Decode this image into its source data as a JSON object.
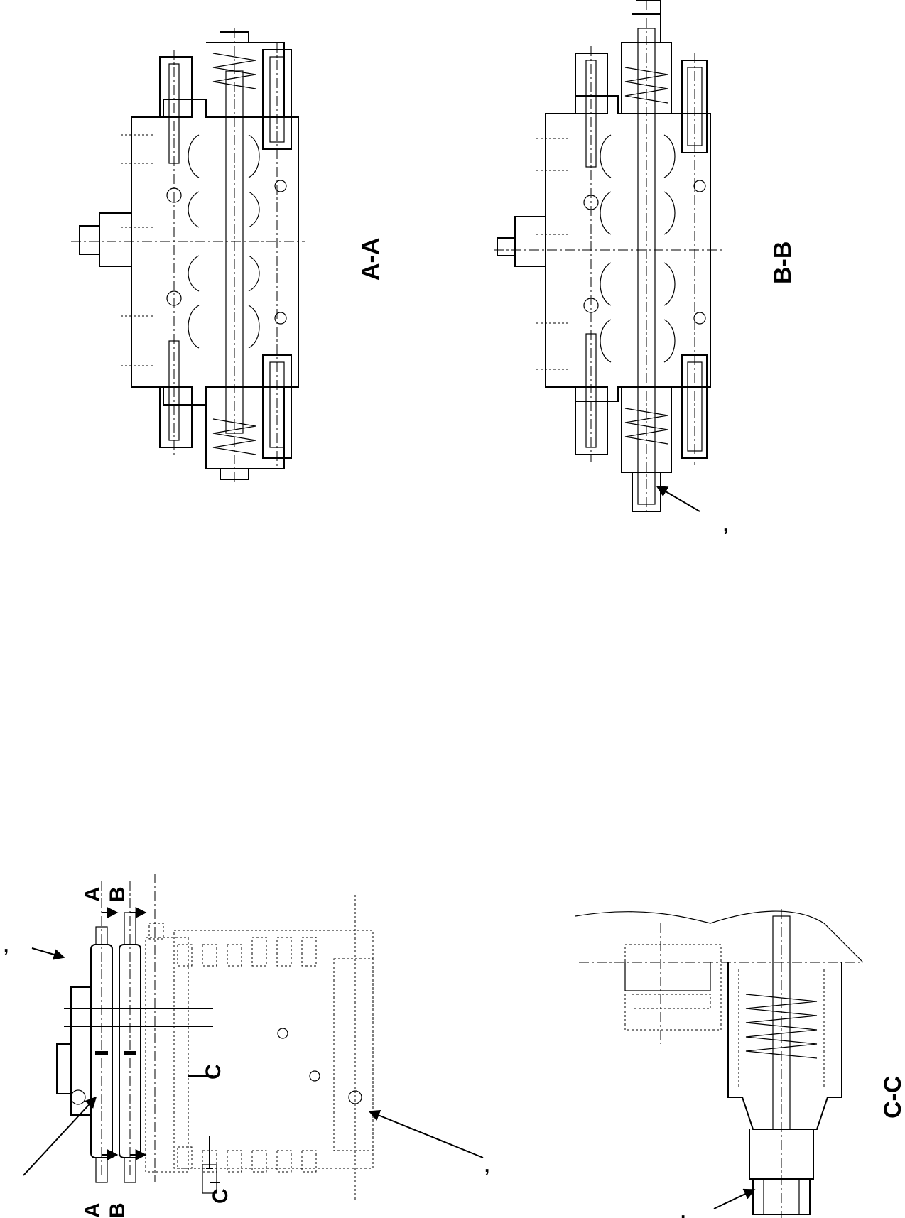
{
  "sections": {
    "aa": {
      "caption": "A-A"
    },
    "bb": {
      "caption": "B-B"
    },
    "cc": {
      "caption": "C-C"
    }
  },
  "overview": {
    "section_marks": [
      "A",
      "B",
      "C",
      "A",
      "B",
      "C"
    ]
  },
  "callouts": {
    "bb_plug": ",",
    "cc_plug": ",",
    "overview_left": ",",
    "overview_right": ","
  }
}
